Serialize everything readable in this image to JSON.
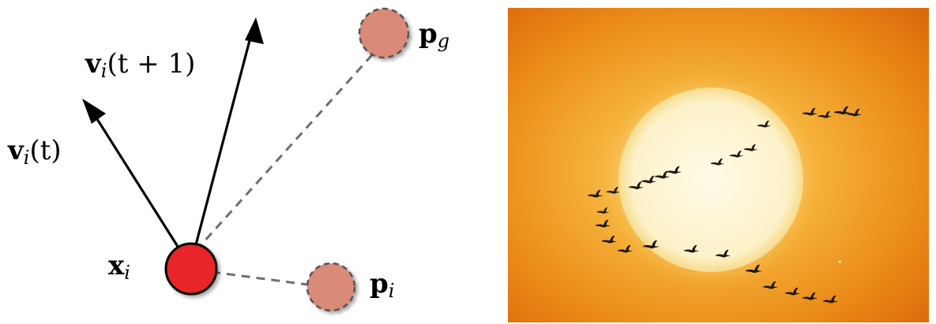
{
  "diagram": {
    "labels": {
      "velocity_next": {
        "symbol": "v",
        "subscript": "i",
        "argument": "(t + 1)"
      },
      "velocity_current": {
        "symbol": "v",
        "subscript": "i",
        "argument": "(t)"
      },
      "position": {
        "symbol": "x",
        "subscript": "i"
      },
      "global_best": {
        "symbol": "p",
        "subscript": "g"
      },
      "personal_best": {
        "symbol": "p",
        "subscript": "i"
      }
    },
    "colors": {
      "particle": "#e8262b",
      "best_node": "#d98a78",
      "arrow": "#000000",
      "dashed_line": "#6e6e6e"
    }
  },
  "photo": {
    "subject": "flock of birds in V-formation silhouetted against the setting sun",
    "colors": {
      "sky_outer": "#e2760e",
      "sky_mid": "#f5b23a",
      "sun": "#fdf6d6",
      "birds": "#1e1810"
    }
  }
}
